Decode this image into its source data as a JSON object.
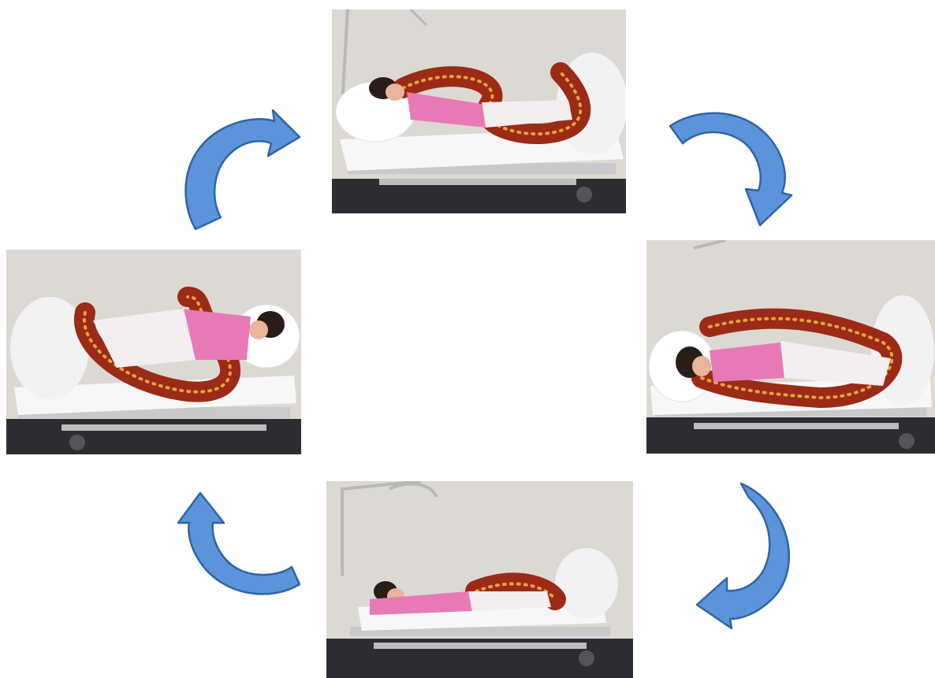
{
  "diagram": {
    "type": "cycle",
    "direction": "clockwise",
    "arrow_color": "#5b94d9",
    "arrow_outline": "#2f64a7",
    "positions": [
      {
        "id": "top",
        "pose": "supine"
      },
      {
        "id": "right",
        "pose": "lateral"
      },
      {
        "id": "bottom",
        "pose": "prone"
      },
      {
        "id": "left",
        "pose": "lateral"
      }
    ],
    "colors": {
      "wall": "#dcd9d3",
      "floor": "#2b2d33",
      "sheet": "#f7f7f7",
      "pillow": "#ffffff",
      "pajama_top": "#e879b7",
      "pajama_bottom": "#f3eef0",
      "body_pillow": "#9b2a17",
      "body_pillow_dots": "#e7a33a",
      "frame": "#c9c9c9",
      "hair": "#2a1c17",
      "skin": "#e8b49b"
    }
  }
}
